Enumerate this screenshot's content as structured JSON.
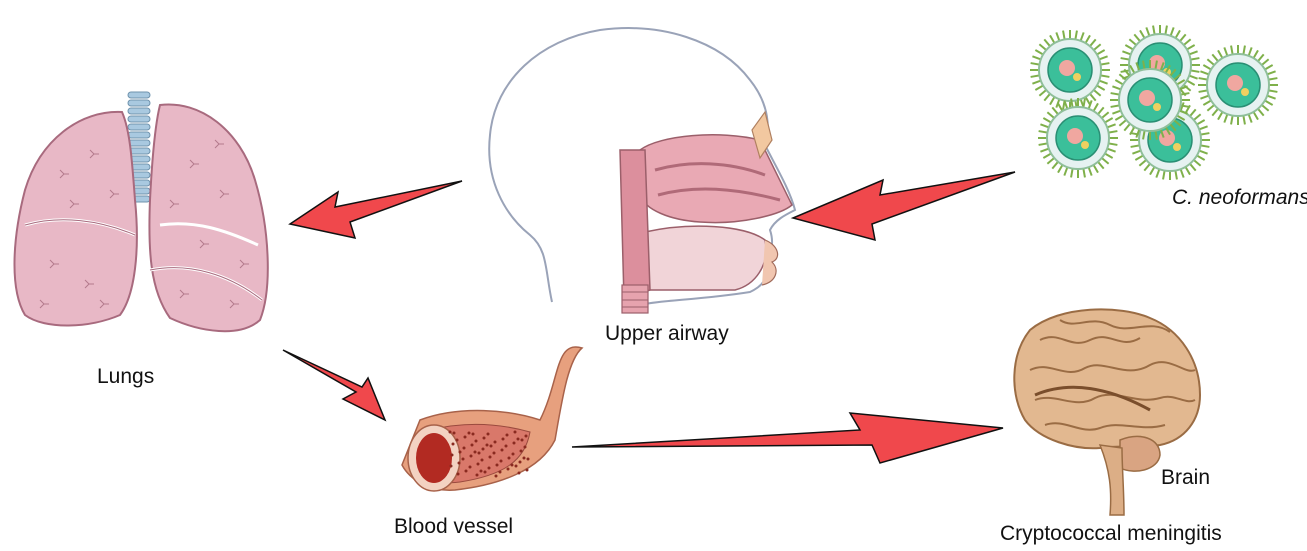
{
  "labels": {
    "organism": "C. neoformans",
    "upper_airway": "Upper airway",
    "lungs": "Lungs",
    "blood_vessel": "Blood vessel",
    "brain": "Brain",
    "disease": "Cryptococcal meningitis"
  },
  "colors": {
    "arrow_fill": "#f0484c",
    "arrow_stroke": "#111111",
    "lung": "#e8b8c6",
    "lung_shadow": "#c98a9c",
    "trachea": "#a9c9e0",
    "brain": "#e2b890",
    "brain_dark": "#b98458",
    "cell_core": "#3bbf9a",
    "cell_spike": "#7fb04a",
    "vessel_outer": "#e7a07e",
    "vessel_blood": "#b22a22",
    "airway_pink": "#e6a3ae",
    "head_outline": "#9aa3b8"
  }
}
